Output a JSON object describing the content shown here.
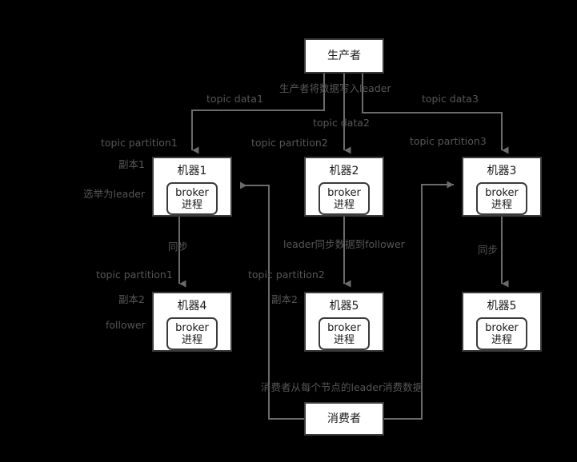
{
  "diagram": {
    "title": "Kafka topic partition replication and consumption diagram",
    "background_color": "#000000",
    "node_fill": "#ffffff",
    "node_stroke": "#3b3b3b",
    "wire_color": "#6b6b6b",
    "label_color": "#565656",
    "node_text_color": "#1a1a1a"
  },
  "nodes": {
    "producer": {
      "title": "生产者"
    },
    "consumer": {
      "title": "消费者"
    },
    "machine1": {
      "title": "机器1",
      "process_line1": "broker",
      "process_line2": "进程"
    },
    "machine2": {
      "title": "机器2",
      "process_line1": "broker",
      "process_line2": "进程"
    },
    "machine3": {
      "title": "机器3",
      "process_line1": "broker",
      "process_line2": "进程"
    },
    "machine4": {
      "title": "机器4",
      "process_line1": "broker",
      "process_line2": "进程"
    },
    "machine5": {
      "title": "机器5",
      "process_line1": "broker",
      "process_line2": "进程"
    },
    "machine5b": {
      "title": "机器5",
      "process_line1": "broker",
      "process_line2": "进程"
    }
  },
  "edge_labels": {
    "producer_write": "生产者将数据写入leader",
    "topic_data1": "topic data1",
    "topic_data2": "topic data2",
    "topic_data3": "topic data3",
    "topic_partition1_top": "topic partition1",
    "topic_partition2_top": "topic partition2",
    "topic_partition3_top": "topic partition3",
    "sync_left": "同步",
    "sync_right": "同步",
    "leader_sync": "leader同步数据到follower",
    "topic_partition1_bottom": "topic partition1",
    "topic_partition2_bottom": "topic partition2",
    "consumer_read": "消费者从每个节点的leader消费数据"
  },
  "side_labels": {
    "replica1": "副本1",
    "elected_leader": "选举为leader",
    "replica2_left": "副本2",
    "follower": "follower",
    "replica2_mid": "副本2"
  }
}
